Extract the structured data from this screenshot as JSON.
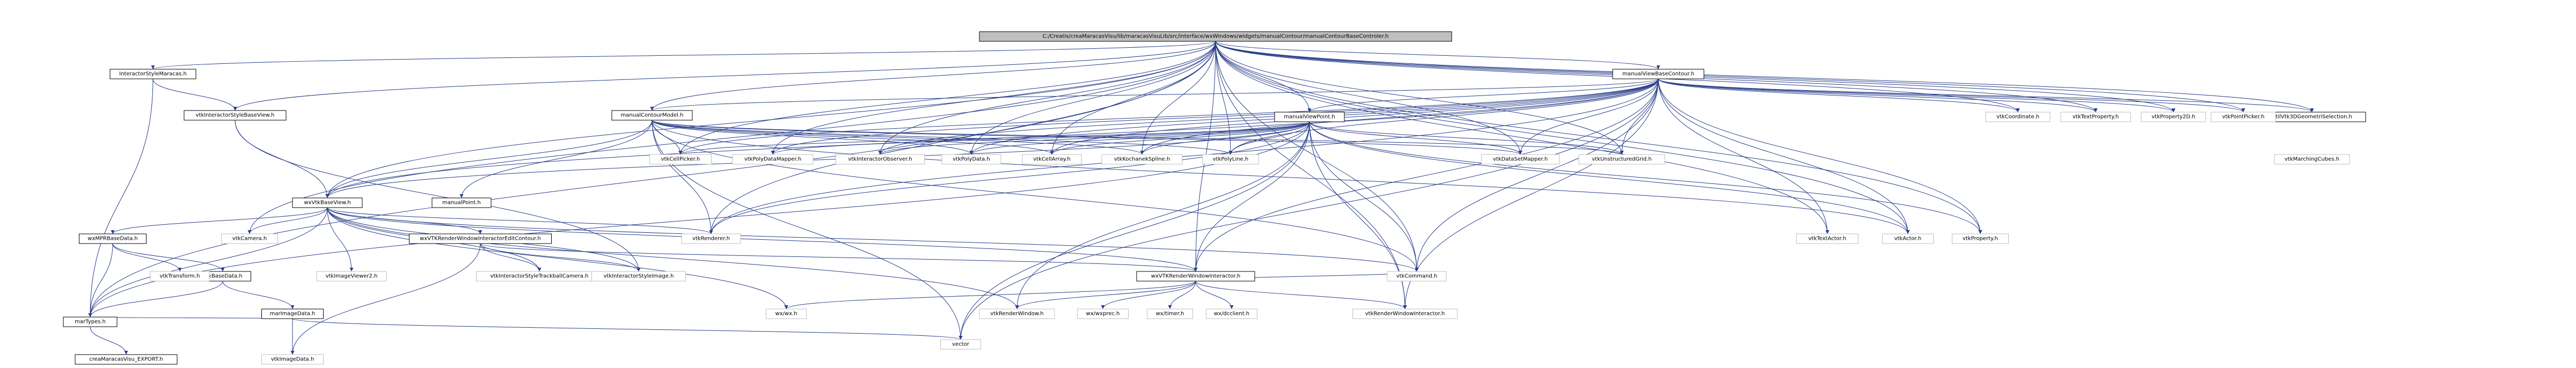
{
  "nodes": {
    "root": "C:/Creatis/creaMaracasVisu/lib/maracasVisuLib/src/interface/wxWindows/widgets/manualContour/manualContourBaseControler.h",
    "interactorStyleMaracas": "InteractorStyleMaracas.h",
    "vtkInteractorStyleBaseView": "vtkInteractorStyleBaseView.h",
    "wxVtkBaseView": "wxVtkBaseView.h",
    "manualViewBaseContour": "manualViewBaseContour.h",
    "manualContourModel": "manualContourModel.h",
    "manualViewPoint": "manualViewPoint.h",
    "manualPoint": "manualPoint.h",
    "wxVTKRenderWindowInteractorEditContour": "wxVTKRenderWindowInteractorEditContour.h",
    "wxVTKRenderWindowInteractor": "wxVTKRenderWindowInteractor.h",
    "wxMPRBaseData": "wxMPRBaseData.h",
    "vtkBaseData": "vtkBaseData.h",
    "marImageData": "marImageData.h",
    "marTypes": "marTypes.h",
    "creaMaracasVisuExport": "creaMaracasVisu_EXPORT.h",
    "utilVtk3DGeometriSelection": "UtilVtk3DGeometriSelection.h",
    "vtkCellPicker": "vtkCellPicker.h",
    "vtkPolyDataMapper": "vtkPolyDataMapper.h",
    "vtkInteractorObserver": "vtkInteractorObserver.h",
    "vtkPolyData": "vtkPolyData.h",
    "vtkCellArray": "vtkCellArray.h",
    "vtkKochanekSpline": "vtkKochanekSpline.h",
    "vtkPolyLine": "vtkPolyLine.h",
    "vtkDataSetMapper": "vtkDataSetMapper.h",
    "vtkUnstructuredGrid": "vtkUnstructuredGrid.h",
    "vtkCoordinate": "vtkCoordinate.h",
    "vtkTextProperty": "vtkTextProperty.h",
    "vtkProperty2D": "vtkProperty2D.h",
    "vtkPointPicker": "vtkPointPicker.h",
    "vtkMarchingCubes": "vtkMarchingCubes.h",
    "vtkCamera": "vtkCamera.h",
    "vtkRenderer": "vtkRenderer.h",
    "vtkTextActor": "vtkTextActor.h",
    "vtkActor": "vtkActor.h",
    "vtkProperty": "vtkProperty.h",
    "vtkTransform": "vtkTransform.h",
    "vtkImageViewer2": "vtkImageViewer2.h",
    "vtkInteractorStyleTrackballCamera": "vtkInteractorStyleTrackballCamera.h",
    "vtkInteractorStyleImage": "vtkInteractorStyleImage.h",
    "vtkCommand": "vtkCommand.h",
    "wxWx": "wx/wx.h",
    "vtkRenderWindow": "vtkRenderWindow.h",
    "wxWxprec": "wx/wxprec.h",
    "wxTimer": "wx/timer.h",
    "wxDcclient": "wx/dcclient.h",
    "vtkRenderWindowInteractor": "vtkRenderWindowInteractor.h",
    "vtkImageData": "vtkImageData.h",
    "vector": "vector"
  }
}
